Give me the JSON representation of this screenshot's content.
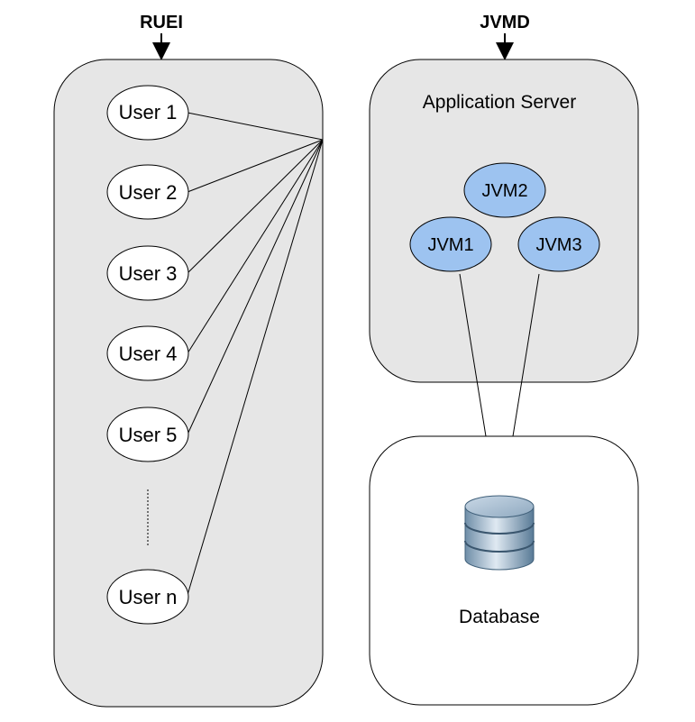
{
  "ruei": {
    "label": "RUEI",
    "users": [
      "User 1",
      "User 2",
      "User 3",
      "User 4",
      "User 5"
    ],
    "last_user": "User n"
  },
  "jvmd": {
    "label": "JVMD",
    "server_label": "Application Server",
    "jvms": [
      "JVM2",
      "JVM1",
      "JVM3"
    ]
  },
  "database": {
    "label": "Database"
  },
  "colors": {
    "panel_fill": "#e6e6e6",
    "jvm_fill": "#9dc3f0",
    "database_fill": "#ffffff"
  }
}
